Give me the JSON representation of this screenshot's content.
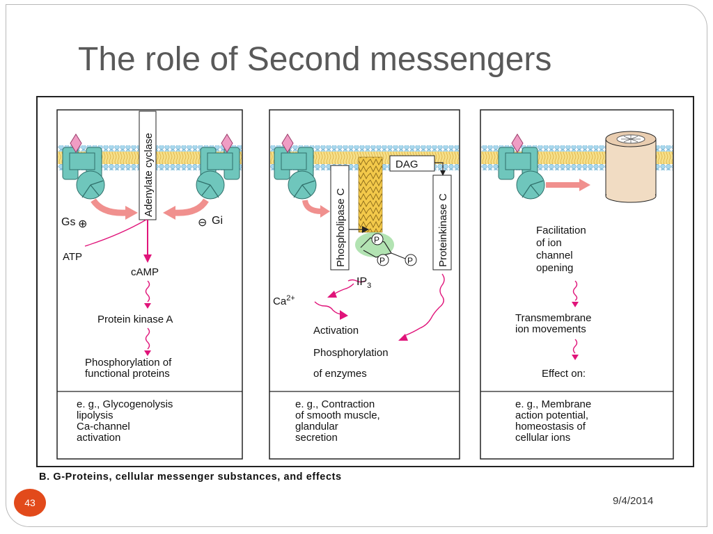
{
  "slide": {
    "title": "The role of Second messengers",
    "caption": "B. G-Proteins, cellular messenger substances, and effects",
    "page_number": "43",
    "date": "9/4/2014"
  },
  "panels": [
    {
      "enzyme": "Adenylate cyclase",
      "gs_label": "Gs",
      "gi_label": "Gi",
      "substrate": "ATP",
      "messenger": "cAMP",
      "kinase": "Protein kinase A",
      "effect_lines": [
        "Phosphorylation of",
        "functional proteins"
      ],
      "example_lines": [
        "e. g., Glycogenolysis",
        "lipolysis",
        "Ca-channel",
        "activation"
      ]
    },
    {
      "enzyme": "Phospholipase C",
      "dag": "DAG",
      "kinase": "Proteinkinase C",
      "p_label": "P",
      "ip3": "IP",
      "ip3_sub": "3",
      "ca": "Ca",
      "ca_sup": "2+",
      "effect_lines": [
        "Activation",
        "Phosphorylation",
        "of enzymes"
      ],
      "example_lines": [
        "e. g., Contraction",
        "of smooth muscle,",
        "glandular",
        "secretion"
      ]
    },
    {
      "facilitation_lines": [
        "Facilitation",
        "of ion",
        "channel",
        "opening"
      ],
      "transmembrane_lines": [
        "Transmembrane",
        "ion movements"
      ],
      "effect": "Effect on:",
      "example_lines": [
        "e. g., Membrane",
        "action potential,",
        "homeostasis of",
        "cellular ions"
      ]
    }
  ],
  "colors": {
    "membrane_bead": "#a9d9ee",
    "membrane_core": "#f3d76a",
    "receptor": "#6fc6bc",
    "ligand": "#ef9dc4",
    "signal": "#e0147a",
    "pink_arrow": "#f0908e",
    "pip2": "#f3c94a",
    "channel": "#f1dcc3"
  }
}
